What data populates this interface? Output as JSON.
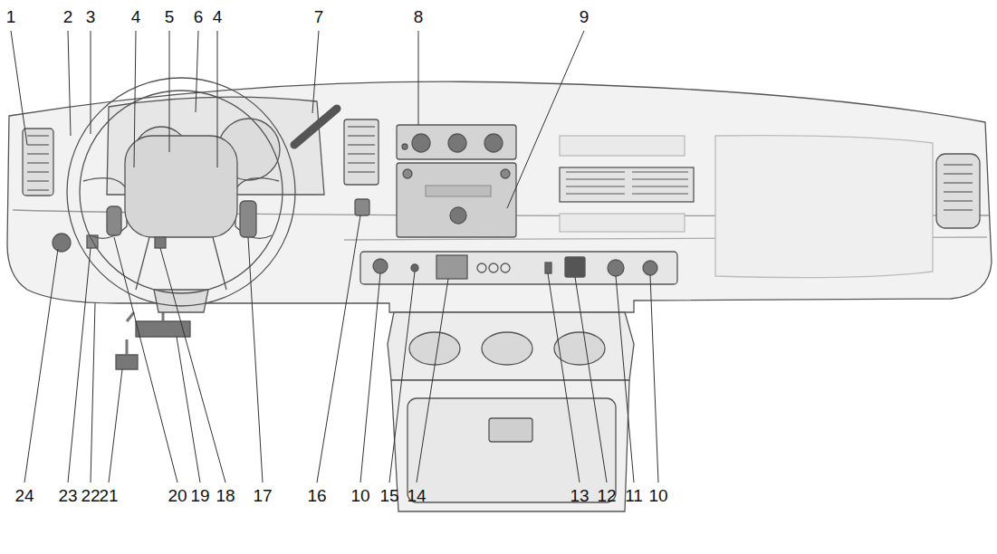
{
  "diagram": {
    "labels": [
      "1",
      "2",
      "3",
      "4",
      "5",
      "6",
      "4",
      "7",
      "8",
      "9",
      "24",
      "23",
      "22",
      "21",
      "20",
      "19",
      "18",
      "17",
      "16",
      "10",
      "15",
      "14",
      "13",
      "12",
      "11",
      "10"
    ]
  }
}
